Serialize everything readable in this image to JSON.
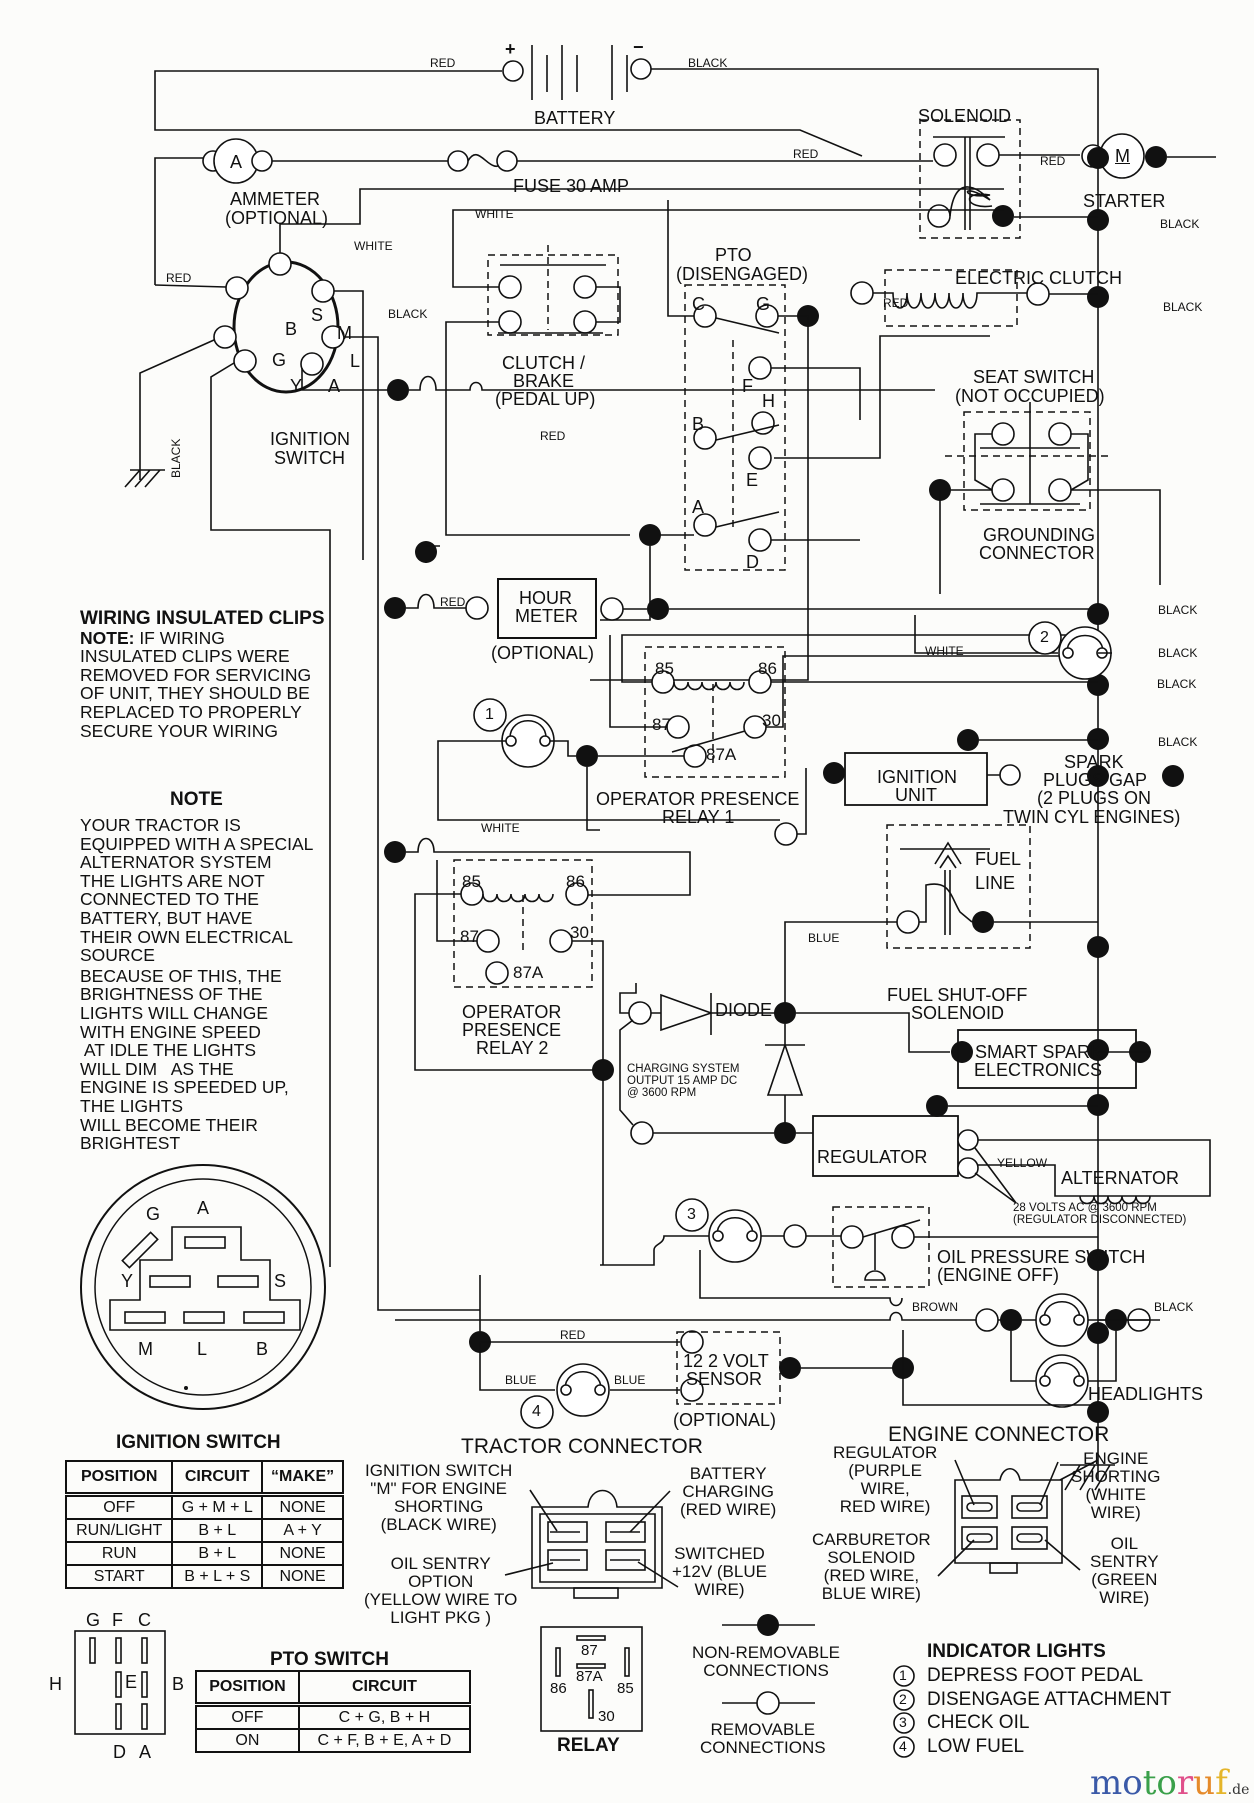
{
  "diagram": {
    "title": "Tractor Wiring Schematic",
    "components": {
      "battery": "BATTERY",
      "battery_pos": "+",
      "battery_neg": "−",
      "ammeter_symbol": "A",
      "ammeter": "AMMETER",
      "ammeter_opt": "(OPTIONAL)",
      "fuse": "FUSE 30 AMP",
      "solenoid": "SOLENOID",
      "starter_symbol": "M",
      "starter": "STARTER",
      "electric_clutch": "ELECTRIC CLUTCH",
      "pto_1": "PTO",
      "pto_2": "(DISENGAGED)",
      "clutch_1": "CLUTCH /",
      "clutch_2": "BRAKE",
      "clutch_3": "(PEDAL UP)",
      "seat_1": "SEAT SWITCH",
      "seat_2": "(NOT OCCUPIED)",
      "ground_1": "GROUNDING",
      "ground_2": "CONNECTOR",
      "ign_1": "IGNITION",
      "ign_2": "SWITCH",
      "hour_1": "HOUR",
      "hour_2": "METER",
      "hour_opt": "(OPTIONAL)",
      "opr1_1": "OPERATOR PRESENCE",
      "opr1_2": "RELAY 1",
      "opr2_1": "OPERATOR",
      "opr2_2": "PRESENCE",
      "opr2_3": "RELAY 2",
      "ign_unit_1": "IGNITION",
      "ign_unit_2": "UNIT",
      "spark_1": "SPARK",
      "spark_2": "PLUGS GAP",
      "spark_3": "(2 PLUGS ON",
      "spark_4": "TWIN CYL  ENGINES)",
      "fuel_1": "FUEL",
      "fuel_2": "LINE",
      "fso_1": "FUEL SHUT-OFF",
      "fso_2": "SOLENOID",
      "diode": "DIODE",
      "charging_1": "CHARGING SYSTEM",
      "charging_2": "OUTPUT 15 AMP DC",
      "charging_3": "@ 3600 RPM",
      "smart_1": "SMART SPARK",
      "smart_2": "ELECTRONICS",
      "regulator": "REGULATOR",
      "alternator": "ALTERNATOR",
      "alt_note_1": "28 VOLTS AC @ 3600 RPM",
      "alt_note_2": "(REGULATOR DISCONNECTED)",
      "oil_1": "OIL PRESSURE SWITCH",
      "oil_2": "(ENGINE OFF)",
      "headlights": "HEADLIGHTS",
      "sensor_1": "12 2 VOLT",
      "sensor_2": "SENSOR",
      "sensor_opt": "(OPTIONAL)"
    },
    "ign_terminals": [
      "S",
      "B",
      "M",
      "G",
      "L",
      "Y",
      "A"
    ],
    "pto_terminals": [
      "C",
      "G",
      "F",
      "H",
      "B",
      "E",
      "A",
      "D"
    ],
    "relay_terminals": [
      "85",
      "86",
      "87",
      "30",
      "87A"
    ],
    "indicator_numbers": [
      "1",
      "2",
      "3",
      "4"
    ],
    "wire_colors": {
      "red": "RED",
      "black": "BLACK",
      "white": "WHITE",
      "blue": "BLUE",
      "yellow": "YELLOW",
      "brown": "BROWN"
    }
  },
  "notes": {
    "clips_title": "WIRING INSULATED CLIPS",
    "clips_note_label": "NOTE:",
    "clips_lines": [
      " IF WIRING",
      "INSULATED CLIPS WERE",
      "REMOVED FOR SERVICING",
      "OF UNIT, THEY SHOULD BE",
      "REPLACED TO PROPERLY",
      "SECURE YOUR WIRING"
    ],
    "note_title": "NOTE",
    "note_lines": [
      "YOUR TRACTOR IS",
      "EQUIPPED WITH A SPECIAL",
      "ALTERNATOR SYSTEM",
      "THE LIGHTS ARE NOT",
      "CONNECTED TO THE",
      "BATTERY, BUT HAVE",
      "THEIR OWN ELECTRICAL",
      "SOURCE",
      "BECAUSE OF THIS, THE",
      "BRIGHTNESS OF THE",
      "LIGHTS WILL CHANGE",
      "WITH ENGINE SPEED",
      " AT IDLE THE LIGHTS",
      "WILL DIM   AS THE",
      "ENGINE IS SPEEDED UP,",
      "THE LIGHTS",
      "WILL BECOME THEIR",
      "BRIGHTEST"
    ]
  },
  "ign_face": {
    "labels": [
      "G",
      "A",
      "Y",
      "S",
      "M",
      "L",
      "B"
    ]
  },
  "ignition_table": {
    "title": "IGNITION SWITCH",
    "headers": [
      "POSITION",
      "CIRCUIT",
      "“MAKE”"
    ],
    "rows": [
      [
        "OFF",
        "G + M + L",
        "NONE"
      ],
      [
        "RUN/LIGHT",
        "B + L",
        "A + Y"
      ],
      [
        "RUN",
        "B + L",
        "NONE"
      ],
      [
        "START",
        "B + L + S",
        "NONE"
      ]
    ]
  },
  "pto_face": {
    "top": [
      "G",
      "F",
      "C"
    ],
    "left": "H",
    "center": "E",
    "right": "B",
    "bottom": [
      "D",
      "A"
    ]
  },
  "pto_table": {
    "title": "PTO SWITCH",
    "headers": [
      "POSITION",
      "CIRCUIT"
    ],
    "rows": [
      [
        "OFF",
        "C + G, B + H"
      ],
      [
        "ON",
        "C + F, B + E, A + D"
      ]
    ]
  },
  "tractor_connector": {
    "title": "TRACTOR CONNECTOR",
    "tl": [
      "IGNITION SWITCH",
      "\"M\" FOR ENGINE",
      "SHORTING",
      "(BLACK WIRE)"
    ],
    "bl": [
      "OIL SENTRY",
      "OPTION",
      "(YELLOW WIRE TO",
      "LIGHT PKG )"
    ],
    "tr": [
      "BATTERY",
      "CHARGING",
      "(RED WIRE)"
    ],
    "br": [
      "SWITCHED",
      "+12V (BLUE",
      "WIRE)"
    ]
  },
  "engine_connector": {
    "title": "ENGINE CONNECTOR",
    "tl": [
      "REGULATOR",
      "(PURPLE",
      "WIRE,",
      "RED WIRE)"
    ],
    "bl": [
      "CARBURETOR",
      "SOLENOID",
      "(RED WIRE,",
      "BLUE WIRE)"
    ],
    "tr": [
      "ENGINE",
      "SHORTING",
      "(WHITE",
      "WIRE)"
    ],
    "br": [
      "OIL",
      "SENTRY",
      "(GREEN",
      "WIRE)"
    ]
  },
  "relay_legend": {
    "title": "RELAY",
    "pins": [
      "87",
      "87A",
      "86",
      "85",
      "30"
    ]
  },
  "legend": {
    "non_removable": [
      "NON-REMOVABLE",
      "CONNECTIONS"
    ],
    "removable": [
      "REMOVABLE",
      "CONNECTIONS"
    ]
  },
  "indicator_lights": {
    "title": "INDICATOR LIGHTS",
    "items": [
      {
        "num": "1",
        "label": "DEPRESS FOOT PEDAL"
      },
      {
        "num": "2",
        "label": "DISENGAGE ATTACHMENT"
      },
      {
        "num": "3",
        "label": "CHECK OIL"
      },
      {
        "num": "4",
        "label": "LOW FUEL"
      }
    ]
  },
  "watermark": {
    "letters": [
      "m",
      "o",
      "t",
      "o",
      "r",
      "u",
      "f"
    ],
    "colors": [
      "#3b5aa8",
      "#3b5aa8",
      "#3aa04a",
      "#3aa04a",
      "#e0508a",
      "#e58a2a",
      "#e5b52a"
    ],
    "suffix": ".de"
  }
}
